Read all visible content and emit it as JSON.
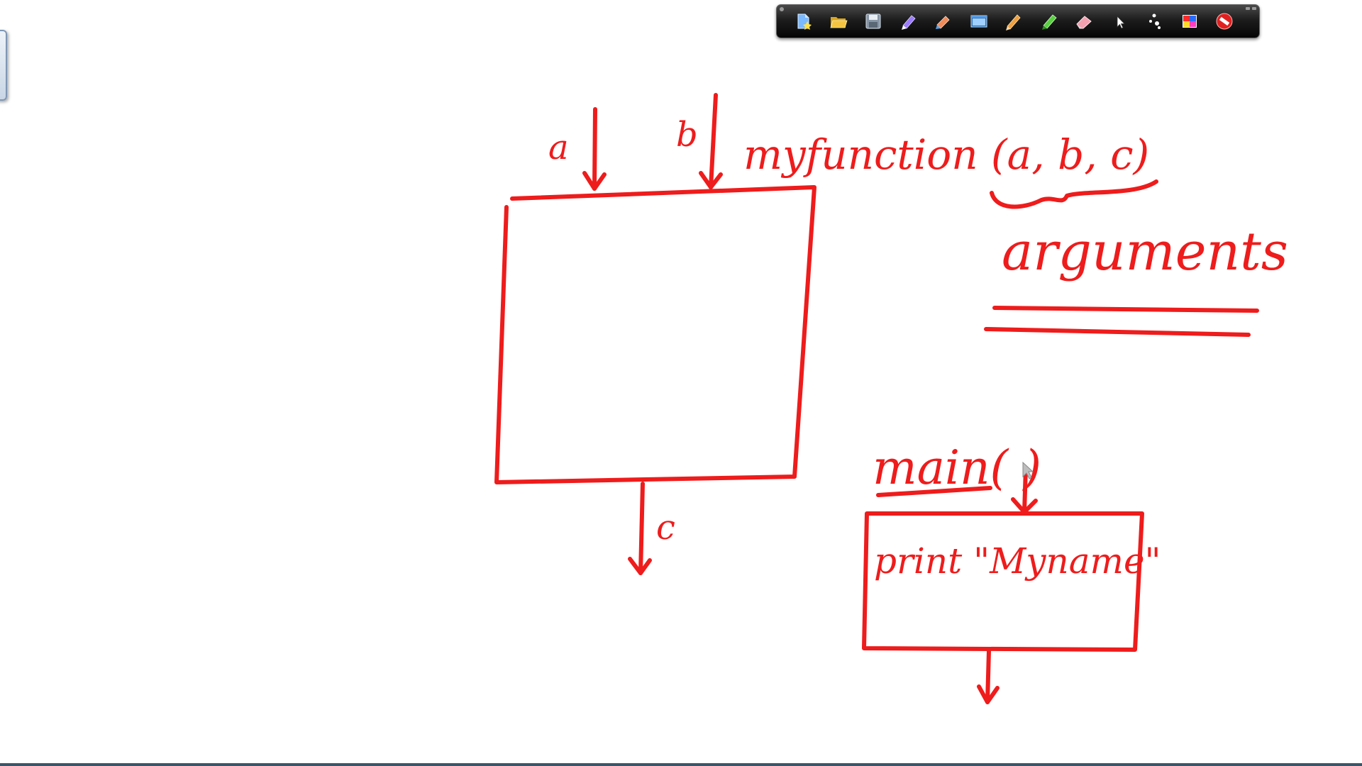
{
  "toolbar": {
    "tools": [
      {
        "icon": "new-page-icon",
        "color": "#7ab8ff"
      },
      {
        "icon": "open-folder-icon",
        "color": "#f5c542"
      },
      {
        "icon": "save-disk-icon",
        "color": "#a9b8c8"
      },
      {
        "icon": "pen-icon",
        "color": "#9b7bff"
      },
      {
        "icon": "highlighter-pen-icon",
        "color": "#f08b5a"
      },
      {
        "icon": "screen-capture-icon",
        "color": "#5aa0e6"
      },
      {
        "icon": "pencil-icon",
        "color": "#f0a040"
      },
      {
        "icon": "marker-icon",
        "color": "#58d040"
      },
      {
        "icon": "eraser-icon",
        "color": "#f2a0b0"
      },
      {
        "icon": "pointer-arrow-icon",
        "color": "#ffffff"
      },
      {
        "icon": "laser-dots-icon",
        "color": "#ffffff"
      },
      {
        "icon": "color-palette-icon",
        "color": "#ff3cbe"
      },
      {
        "icon": "close-no-entry-icon",
        "color": "#e02020"
      }
    ]
  },
  "whiteboard": {
    "ink_color": "#ee1c1c",
    "labels": {
      "input_a": "a",
      "input_b": "b",
      "function_call": "myfunction (a, b, c)",
      "arguments": "arguments",
      "output_c": "c",
      "main_call": "main(  )",
      "print_statement": "print \"Myname\""
    }
  }
}
